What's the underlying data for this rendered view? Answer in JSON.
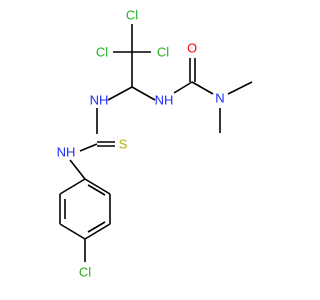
{
  "diagram": {
    "type": "structural-formula",
    "colors": {
      "bond": "#000000",
      "Cl": "#1fb41f",
      "N": "#1e2dff",
      "O": "#ff0000",
      "S": "#b4b400",
      "background": "#ffffff"
    },
    "atoms": {
      "cl1": {
        "label": "Cl",
        "element": "Cl"
      },
      "cl2": {
        "label": "Cl",
        "element": "Cl"
      },
      "cl3": {
        "label": "Cl",
        "element": "Cl"
      },
      "o1": {
        "label": "O",
        "element": "O"
      },
      "nh1": {
        "label": "NH",
        "element": "N"
      },
      "nh2": {
        "label": "NH",
        "element": "N"
      },
      "n3": {
        "label": "N",
        "element": "N"
      },
      "s1": {
        "label": "S",
        "element": "S"
      },
      "nh3": {
        "label": "NH",
        "element": "N"
      },
      "cl4": {
        "label": "Cl",
        "element": "Cl"
      }
    }
  }
}
